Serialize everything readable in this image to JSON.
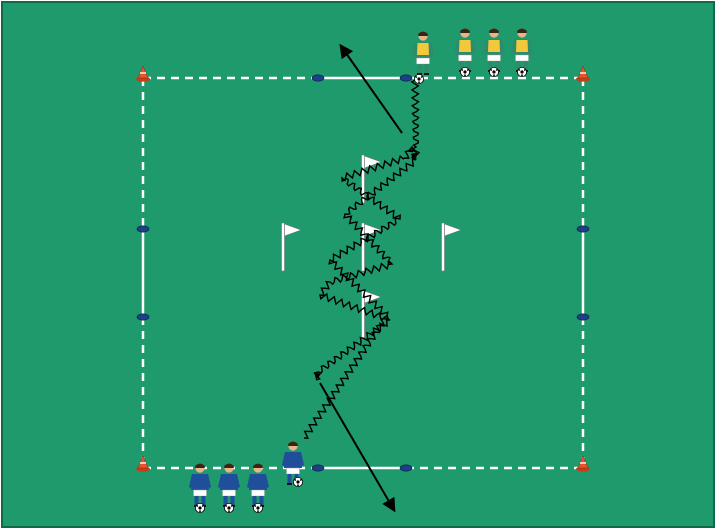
{
  "diagram": {
    "title": "",
    "colors": {
      "pitch": "#1e9a6c",
      "pitch_border": "#0f6b47",
      "line": "#ffffff",
      "cone": "#e8542a",
      "disc": "#1d3f86",
      "arrow": "#000000",
      "flag": "#ffffff",
      "team_yellow_bib": "#f2c93a",
      "team_yellow_shirt": "#2e8b6d",
      "team_blue_shirt": "#1f4e9a",
      "shorts": "#ffffff",
      "skin": "#e8b48a",
      "hair": "#3a2414"
    },
    "icons": {
      "cone": "training-cone-icon",
      "disc": "marker-disc-icon",
      "flag": "corner-flag-icon",
      "ball": "football-icon",
      "player": "player-icon"
    },
    "counts": {
      "yellow_team_players": 4,
      "blue_team_players": 4,
      "flags": 5,
      "cones": 4,
      "discs": 8
    }
  }
}
